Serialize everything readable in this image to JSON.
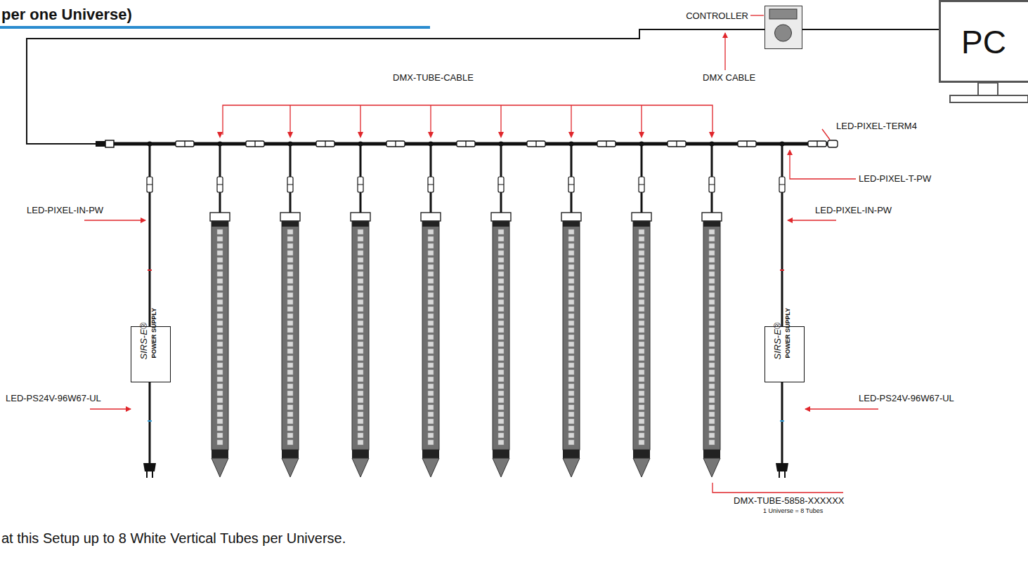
{
  "diagram": {
    "title": "per one Universe)",
    "caption": "at this Setup up to 8 White Vertical Tubes per Universe.",
    "nodes": [
      {
        "text": [
          "CONTROLLER"
        ]
      },
      {
        "text": [
          "PC"
        ]
      },
      {
        "text": [
          "SIRS-E®",
          "POWER SUPPLY"
        ]
      },
      {
        "text": [
          "SIRS-E®",
          "POWER SUPPLY"
        ]
      }
    ],
    "edges": [
      {
        "from": 0,
        "to": 1,
        "arrow": "none"
      }
    ],
    "labels": [
      "DMX CABLE",
      "DMX-TUBE-CABLE",
      "LED-PIXEL-TERM4",
      "LED-PIXEL-T-PW",
      "LED-PIXEL-IN-PW",
      "LED-PIXEL-IN-PW",
      "LED-PS24V-96W67-UL",
      "LED-PS24V-96W67-UL",
      "DMX-TUBE-5858-XXXXXX",
      "1 Universe = 8 Tubes"
    ]
  }
}
